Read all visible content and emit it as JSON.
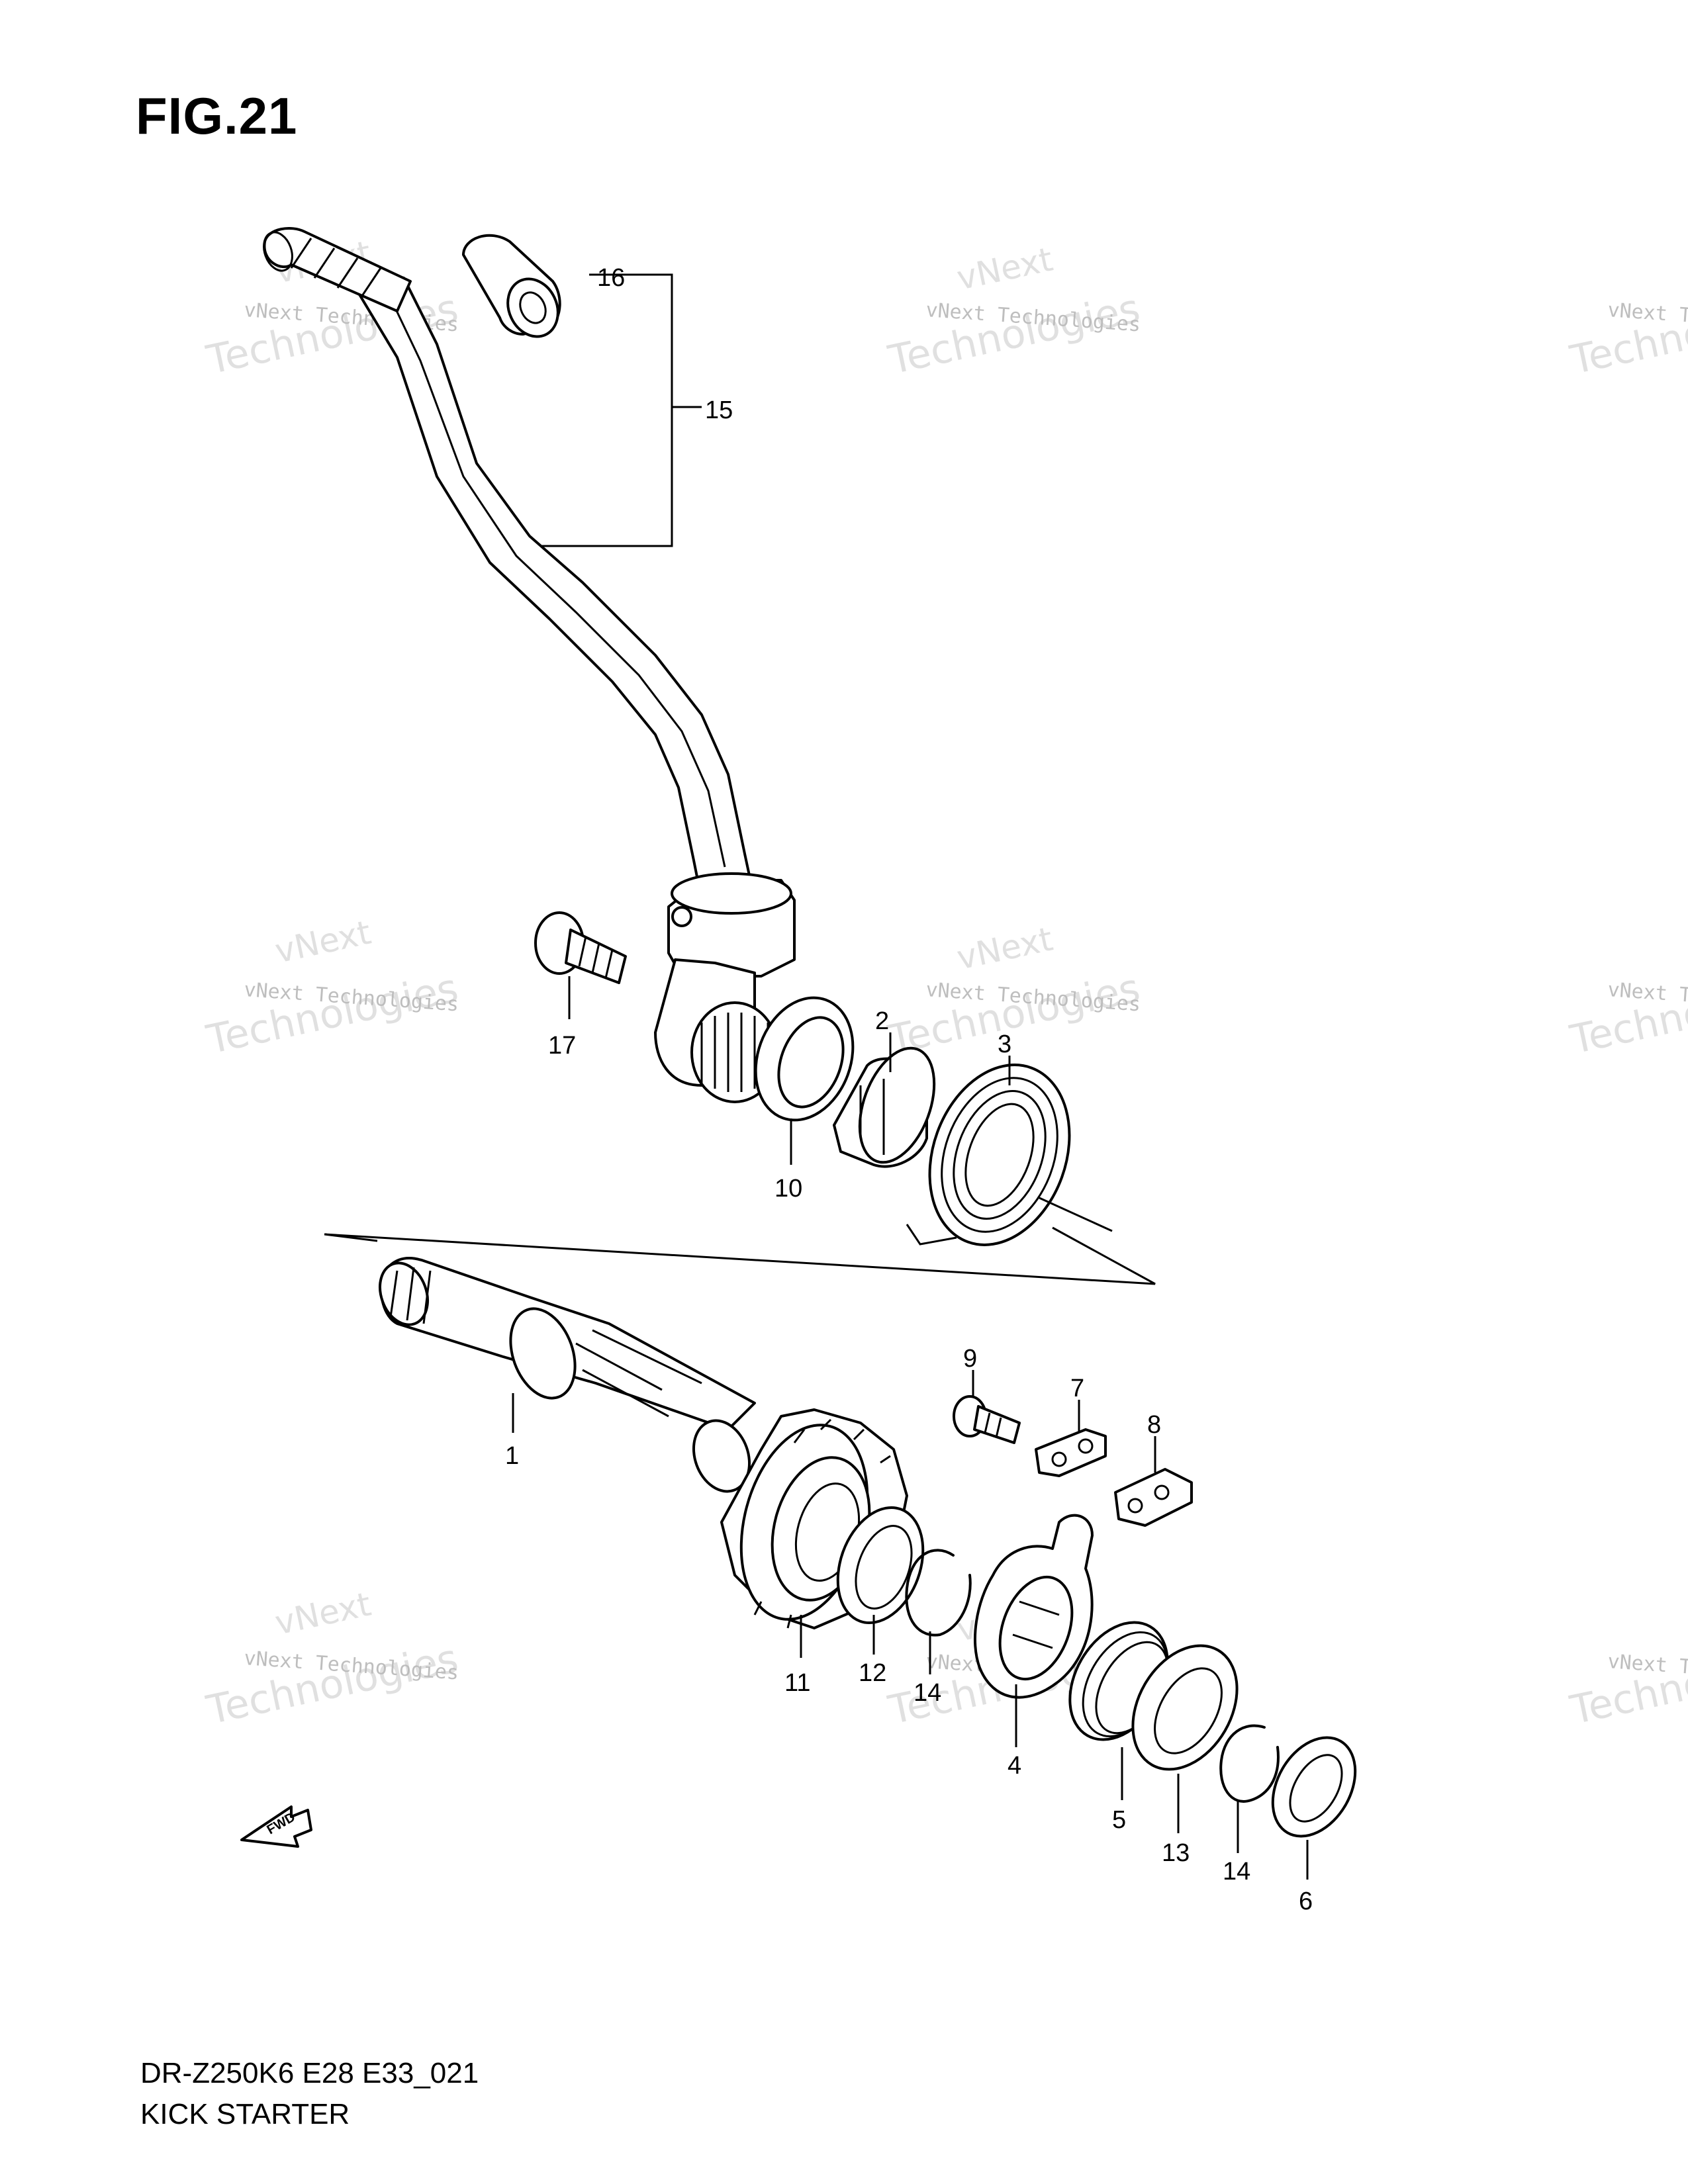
{
  "figure": {
    "label": "FIG.21",
    "model_code": "DR-Z250K6 E28 E33_021",
    "section_title": "KICK STARTER"
  },
  "callouts": [
    {
      "id": "c1",
      "text": "1"
    },
    {
      "id": "c2",
      "text": "2"
    },
    {
      "id": "c3",
      "text": "3"
    },
    {
      "id": "c4",
      "text": "4"
    },
    {
      "id": "c5",
      "text": "5"
    },
    {
      "id": "c6",
      "text": "6"
    },
    {
      "id": "c7",
      "text": "7"
    },
    {
      "id": "c8",
      "text": "8"
    },
    {
      "id": "c9",
      "text": "9"
    },
    {
      "id": "c10",
      "text": "10"
    },
    {
      "id": "c11",
      "text": "11"
    },
    {
      "id": "c12",
      "text": "12"
    },
    {
      "id": "c13",
      "text": "13"
    },
    {
      "id": "c14a",
      "text": "14"
    },
    {
      "id": "c14b",
      "text": "14"
    },
    {
      "id": "c15",
      "text": "15"
    },
    {
      "id": "c16",
      "text": "16"
    },
    {
      "id": "c17",
      "text": "17"
    }
  ],
  "fwd_label": "FWD",
  "watermark": {
    "top_word": "vNext",
    "line": "vNext Technologies",
    "big_word": "Technologies"
  }
}
